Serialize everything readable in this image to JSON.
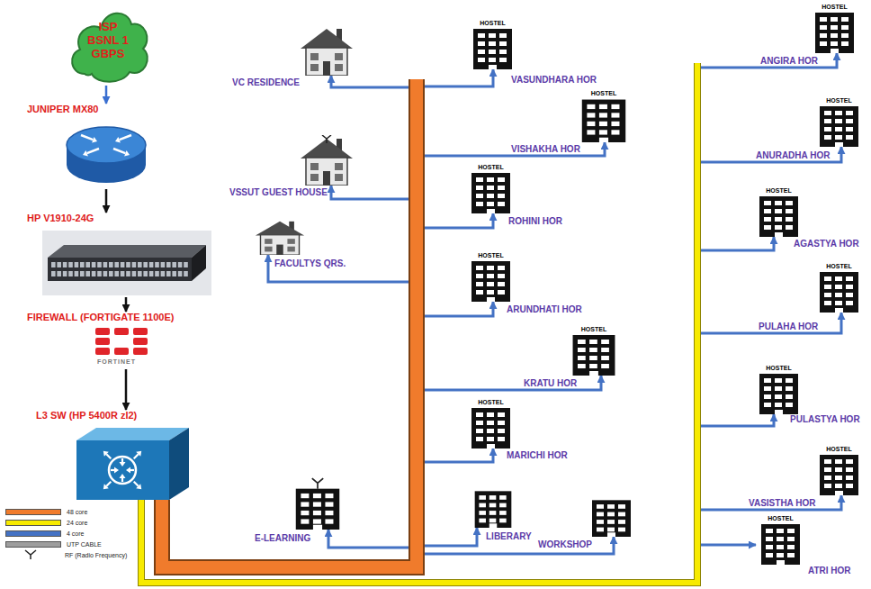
{
  "diagram": {
    "nodes": [
      {
        "text": [
          "ISP BSNL 1 GBPS"
        ]
      },
      {
        "text": [
          "JUNIPER MX80"
        ]
      },
      {
        "text": [
          "HP V1910-24G"
        ]
      },
      {
        "text": [
          "FIREWALL (FORTIGATE 1100E)",
          "FORTINET"
        ]
      },
      {
        "text": [
          "L3 SW (HP 5400R zl2)"
        ]
      },
      {
        "text": [
          "VC RESIDENCE"
        ]
      },
      {
        "text": [
          "VSSUT GUEST HOUSE"
        ]
      },
      {
        "text": [
          "FACULTYS QRS."
        ]
      },
      {
        "text": [
          "E-LEARNING"
        ]
      },
      {
        "text": [
          "HOSTEL",
          "VASUNDHARA HOR"
        ]
      },
      {
        "text": [
          "HOSTEL",
          "VISHAKHA HOR"
        ]
      },
      {
        "text": [
          "HOSTEL",
          "ROHINI HOR"
        ]
      },
      {
        "text": [
          "HOSTEL",
          "ARUNDHATI HOR"
        ]
      },
      {
        "text": [
          "HOSTEL",
          "KRATU HOR"
        ]
      },
      {
        "text": [
          "HOSTEL",
          "MARICHI HOR"
        ]
      },
      {
        "text": [
          "LIBERARY"
        ]
      },
      {
        "text": [
          "WORKSHOP"
        ]
      },
      {
        "text": [
          "HOSTEL",
          "ANGIRA HOR"
        ]
      },
      {
        "text": [
          "HOSTEL",
          "ANURADHA HOR"
        ]
      },
      {
        "text": [
          "HOSTEL",
          "AGASTYA HOR"
        ]
      },
      {
        "text": [
          "HOSTEL",
          "PULAHA HOR"
        ]
      },
      {
        "text": [
          "HOSTEL",
          "PULASTYA HOR"
        ]
      },
      {
        "text": [
          "HOSTEL",
          "VASISTHA HOR"
        ]
      },
      {
        "text": [
          "HOSTEL",
          "ATRI HOR"
        ]
      }
    ],
    "edges": [
      {
        "from": 0,
        "to": 1,
        "arrow": "to"
      },
      {
        "from": 1,
        "to": 2,
        "arrow": "to"
      },
      {
        "from": 2,
        "to": 3,
        "arrow": "to"
      },
      {
        "from": 3,
        "to": 4,
        "arrow": "to"
      },
      {
        "from": 4,
        "to": 5,
        "arrow": "to"
      },
      {
        "from": 4,
        "to": 6,
        "arrow": "to"
      },
      {
        "from": 4,
        "to": 7,
        "arrow": "to"
      },
      {
        "from": 4,
        "to": 8,
        "arrow": "to"
      },
      {
        "from": 4,
        "to": 9,
        "arrow": "to"
      },
      {
        "from": 4,
        "to": 10,
        "arrow": "to"
      },
      {
        "from": 4,
        "to": 11,
        "arrow": "to"
      },
      {
        "from": 4,
        "to": 12,
        "arrow": "to"
      },
      {
        "from": 4,
        "to": 13,
        "arrow": "to"
      },
      {
        "from": 4,
        "to": 14,
        "arrow": "to"
      },
      {
        "from": 4,
        "to": 15,
        "arrow": "to"
      },
      {
        "from": 4,
        "to": 16,
        "arrow": "to"
      },
      {
        "from": 4,
        "to": 17,
        "arrow": "to"
      },
      {
        "from": 4,
        "to": 18,
        "arrow": "to"
      },
      {
        "from": 4,
        "to": 19,
        "arrow": "to"
      },
      {
        "from": 4,
        "to": 20,
        "arrow": "to"
      },
      {
        "from": 4,
        "to": 21,
        "arrow": "to"
      },
      {
        "from": 4,
        "to": 22,
        "arrow": "to"
      },
      {
        "from": 4,
        "to": 23,
        "arrow": "to"
      }
    ],
    "legend": [
      {
        "text": "48 core",
        "color": "#f07b2c"
      },
      {
        "text": "24 core",
        "color": "#f7ea00"
      },
      {
        "text": "4 core",
        "color": "#4472c4"
      },
      {
        "text": "UTP CABLE",
        "color": "#9e9e9e"
      },
      {
        "text": "RF (Radio Frequency)"
      }
    ]
  }
}
